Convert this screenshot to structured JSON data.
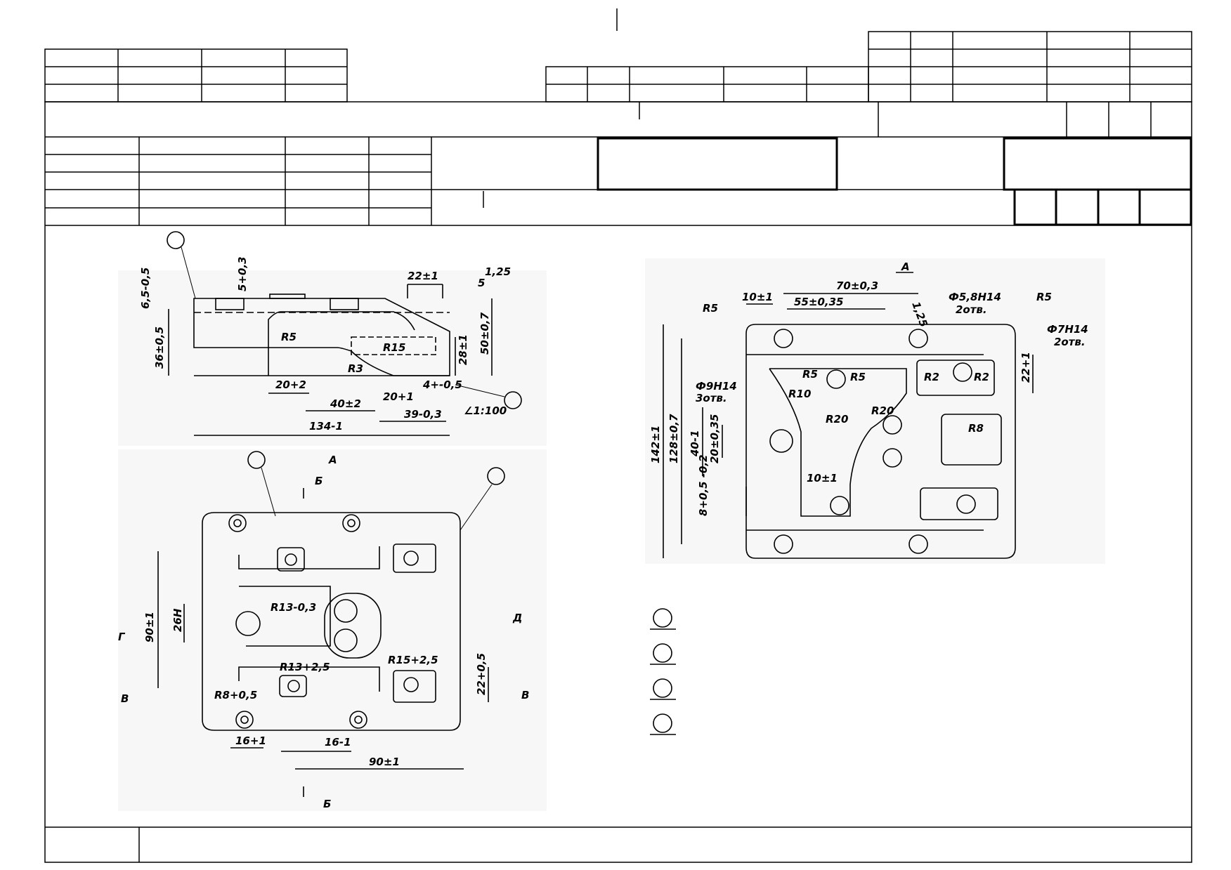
{
  "sheet": {
    "title_block": "",
    "footer_label": ""
  },
  "drawing": {
    "front_view": {
      "dims": [
        "22±1",
        "1,25",
        "5",
        "6,5-0,5",
        "5+0,3",
        "36±0,5",
        "50±0,7",
        "28±1",
        "R5",
        "R15",
        "R3",
        "20+2",
        "40±2",
        "20+1",
        "4+-0,5",
        "39-0,3",
        "134-1",
        "∠1:100"
      ]
    },
    "plan_view": {
      "dims": [
        "R13-0,3",
        "R15+2,5",
        "R13+2,5",
        "R8+0,5",
        "90±1",
        "26H",
        "22+0,5",
        "16+1",
        "16-1",
        "90±1"
      ],
      "sections": [
        "А",
        "Б",
        "Б",
        "Д",
        "В",
        "В",
        "Г"
      ]
    },
    "view_a": {
      "title": "А",
      "dims": [
        "70±0,3",
        "10±1",
        "55±0,35",
        "1,25",
        "Ф5,8Н14",
        "2отв.",
        "R5",
        "R5",
        "Ф7Н14",
        "2отв.",
        "Ф9Н14",
        "3отв.",
        "R5",
        "R5",
        "R10",
        "R20",
        "R20",
        "R2",
        "R2",
        "22+1",
        "R8",
        "142±1",
        "128±0,7",
        "40-1",
        "20±0,35",
        "10±1",
        "8+0,5 -0,2"
      ]
    }
  }
}
